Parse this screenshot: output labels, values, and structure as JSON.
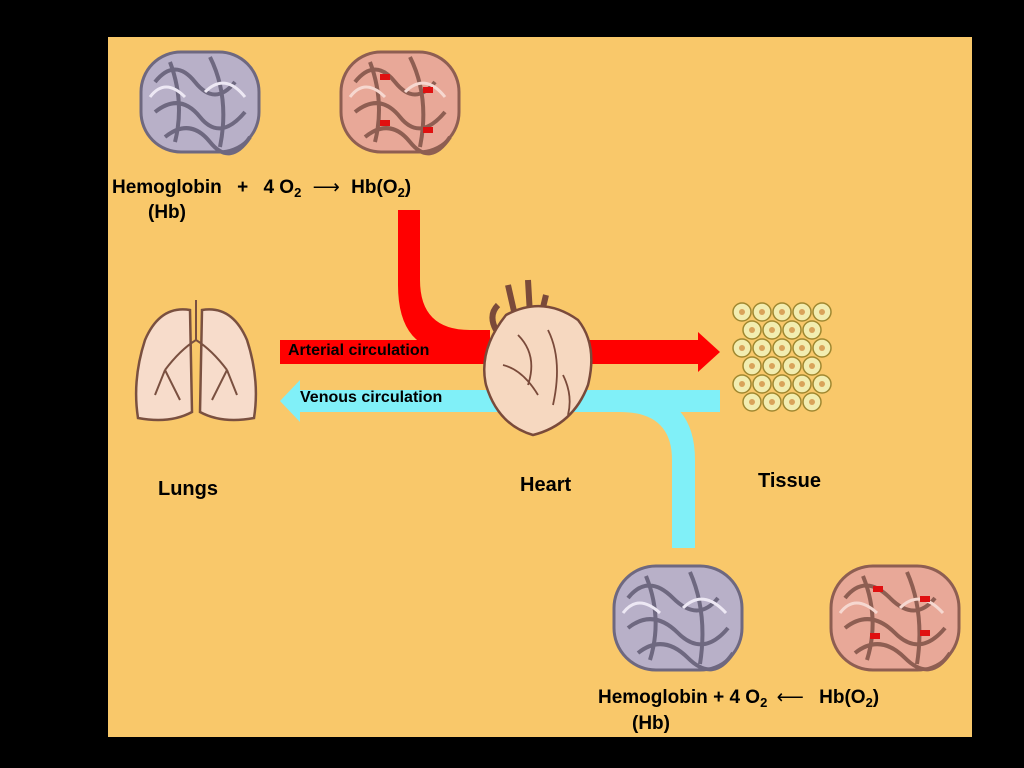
{
  "top_equation": {
    "reactant": "Hemoglobin",
    "plus": "+",
    "coef": "4 O",
    "coef_sub": "2",
    "arrow": "⟶",
    "product_pre": "Hb(O",
    "product_sub": "2",
    "product_post": ")",
    "abbrev": "(Hb)"
  },
  "bottom_equation": {
    "reactant": "Hemoglobin",
    "plus": "+",
    "coef": "4 O",
    "coef_sub": "2",
    "arrow": "⟵",
    "product_pre": "Hb(O",
    "product_sub": "2",
    "product_post": ")",
    "abbrev": "(Hb)"
  },
  "flows": {
    "arterial": "Arterial circulation",
    "venous": "Venous circulation"
  },
  "places": {
    "lungs": "Lungs",
    "heart": "Heart",
    "tissue": "Tissue"
  },
  "icons": {
    "deoxy_hemoglobin": "deoxyhemoglobin-molecule-icon",
    "oxy_hemoglobin": "oxyhemoglobin-molecule-icon",
    "lungs": "lungs-icon",
    "heart": "heart-icon",
    "tissue": "tissue-cells-icon"
  },
  "colors": {
    "panel_bg": "#F9C86A",
    "arterial": "#FF0000",
    "venous": "#80F0F8",
    "deoxy_molecule": "#B8B0C8",
    "oxy_molecule": "#E8A898",
    "heart": "#F6D8C0",
    "lung": "#F7DCCB",
    "tissue_cell": "#F2EDB0"
  }
}
